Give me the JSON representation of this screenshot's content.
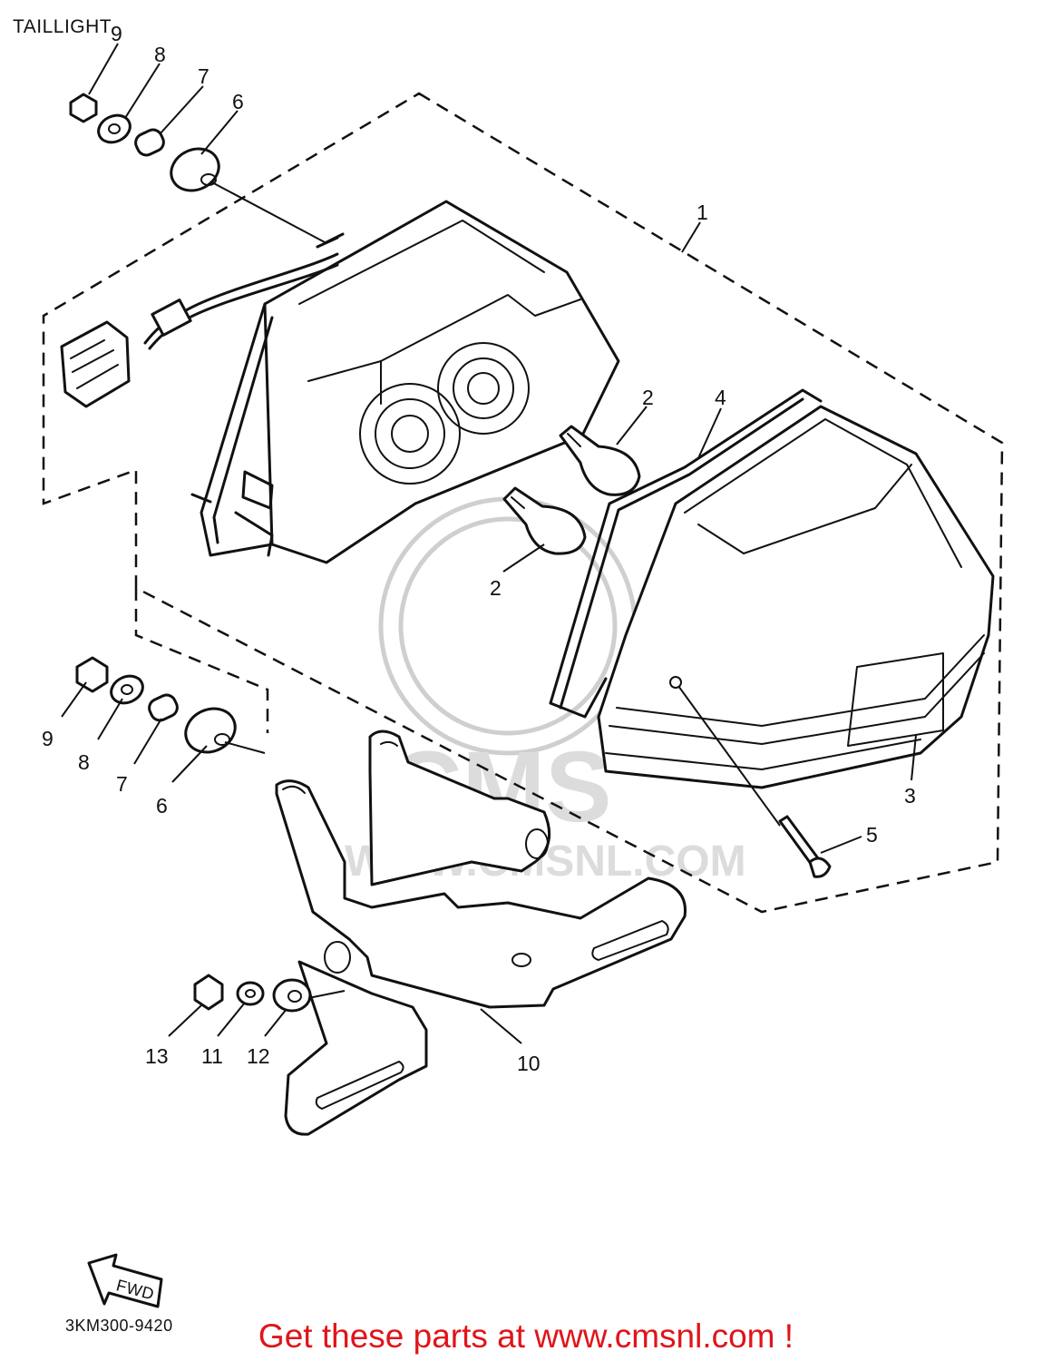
{
  "title": "TAILLIGHT",
  "diagram_code": "3KM300-9420",
  "fwd_label": "FWD",
  "footer_text": "Get these parts at www.cmsnl.com !",
  "watermark": {
    "logo_text": "CMS",
    "url_text": "WWW.CMSNL.COM"
  },
  "colors": {
    "footer": "#e0141a",
    "line": "#111111"
  },
  "callouts": [
    {
      "id": "c9a",
      "label": "9"
    },
    {
      "id": "c8a",
      "label": "8"
    },
    {
      "id": "c7a",
      "label": "7"
    },
    {
      "id": "c6a",
      "label": "6"
    },
    {
      "id": "c1",
      "label": "1"
    },
    {
      "id": "c2a",
      "label": "2"
    },
    {
      "id": "c4",
      "label": "4"
    },
    {
      "id": "c2b",
      "label": "2"
    },
    {
      "id": "c9b",
      "label": "9"
    },
    {
      "id": "c8b",
      "label": "8"
    },
    {
      "id": "c7b",
      "label": "7"
    },
    {
      "id": "c6b",
      "label": "6"
    },
    {
      "id": "c3",
      "label": "3"
    },
    {
      "id": "c5",
      "label": "5"
    },
    {
      "id": "c13",
      "label": "13"
    },
    {
      "id": "c11",
      "label": "11"
    },
    {
      "id": "c12",
      "label": "12"
    },
    {
      "id": "c10",
      "label": "10"
    }
  ]
}
